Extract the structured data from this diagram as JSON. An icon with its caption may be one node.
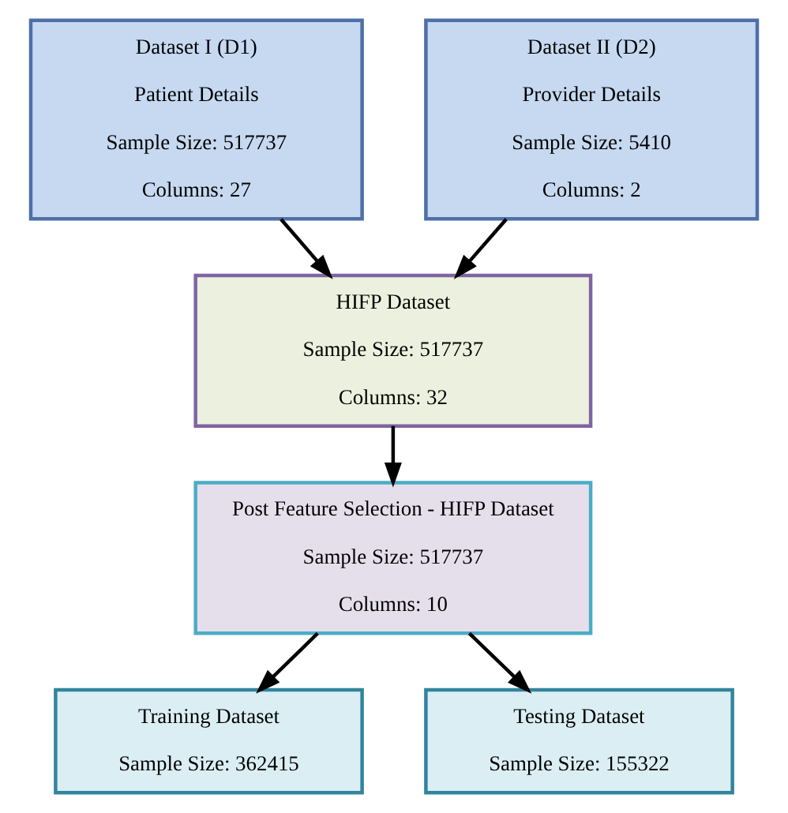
{
  "diagram": {
    "nodes": [
      {
        "text": [
          "Dataset I (D1)",
          "Patient Details",
          "Sample Size: 517737",
          "Columns: 27"
        ]
      },
      {
        "text": [
          "Dataset II (D2)",
          "Provider Details",
          "Sample Size: 5410",
          "Columns: 2"
        ]
      },
      {
        "text": [
          "HIFP Dataset",
          "Sample Size: 517737",
          "Columns: 32"
        ]
      },
      {
        "text": [
          "Post Feature Selection - HIFP Dataset",
          "Sample Size: 517737",
          "Columns: 10"
        ]
      },
      {
        "text": [
          "Training Dataset",
          "Sample Size: 362415"
        ]
      },
      {
        "text": [
          "Testing Dataset",
          "Sample Size: 155322"
        ]
      }
    ],
    "edges": [
      {
        "from": 0,
        "to": 2,
        "arrow": "to"
      },
      {
        "from": 1,
        "to": 2,
        "arrow": "to"
      },
      {
        "from": 2,
        "to": 3,
        "arrow": "to"
      },
      {
        "from": 3,
        "to": 4,
        "arrow": "to"
      },
      {
        "from": 3,
        "to": 5,
        "arrow": "to"
      }
    ]
  }
}
